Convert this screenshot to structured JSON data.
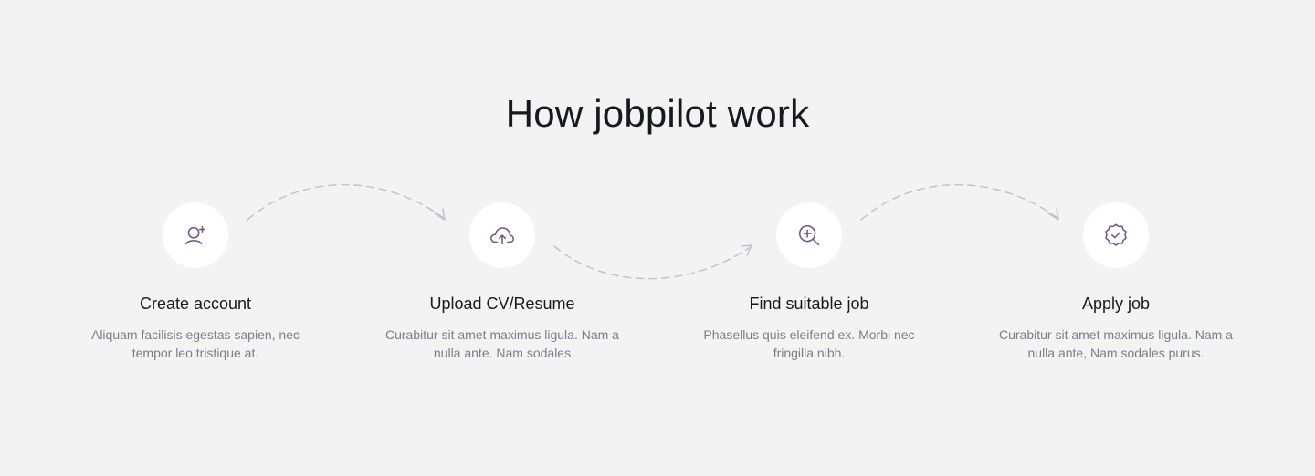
{
  "section": {
    "title": "How jobpilot work"
  },
  "colors": {
    "background": "#f3f3f3",
    "icon_circle": "#ffffff",
    "icon_stroke": "#6e5386",
    "heading": "#18191c",
    "body_text": "#767f8c",
    "connector": "#c2c4c9"
  },
  "steps": [
    {
      "icon": "user-plus-icon",
      "title": "Create account",
      "description": "Aliquam facilisis egestas sapien, nec tempor leo tristique at."
    },
    {
      "icon": "cloud-upload-icon",
      "title": "Upload CV/Resume",
      "description": "Curabitur sit amet maximus ligula. Nam a nulla ante. Nam sodales"
    },
    {
      "icon": "magnifying-glass-plus-icon",
      "title": "Find suitable job",
      "description": "Phasellus quis eleifend ex. Morbi nec fringilla nibh."
    },
    {
      "icon": "seal-check-icon",
      "title": "Apply job",
      "description": "Curabitur sit amet maximus ligula. Nam a nulla ante, Nam sodales purus."
    }
  ]
}
